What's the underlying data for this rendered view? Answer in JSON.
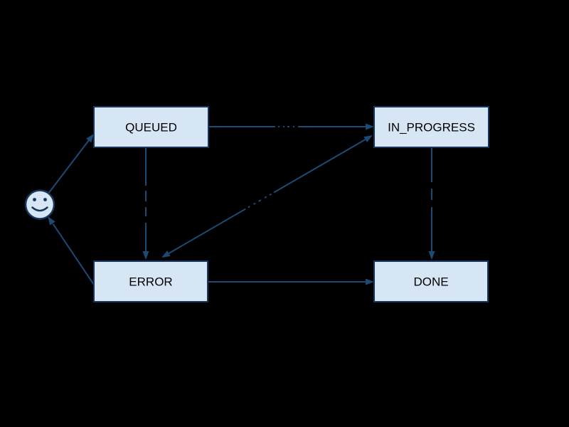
{
  "diagram": {
    "type": "state-diagram",
    "background_color": "#000000",
    "node_fill_color": "#d7e6f4",
    "node_border_color": "#17365d",
    "edge_color": "#1d4a73",
    "node_text_color": "#000000",
    "illegible_label_mask_color": "#000000",
    "nodes": {
      "queued": {
        "label": "QUEUED"
      },
      "in_progress": {
        "label": "IN_PROGRESS"
      },
      "error": {
        "label": "ERROR"
      },
      "done": {
        "label": "DONE"
      },
      "start": {
        "label": "",
        "shape": "smiley-face"
      }
    },
    "edges": [
      {
        "from": "start",
        "to": "queued",
        "direction": "forward"
      },
      {
        "from": "queued",
        "to": "in_progress",
        "direction": "forward",
        "label_illegible": true
      },
      {
        "from": "queued",
        "to": "error",
        "direction": "forward",
        "label_illegible": true
      },
      {
        "from": "in_progress",
        "to": "error",
        "direction": "both",
        "label_illegible": true
      },
      {
        "from": "in_progress",
        "to": "done",
        "direction": "forward",
        "label_illegible": true
      },
      {
        "from": "error",
        "to": "done",
        "direction": "forward"
      },
      {
        "from": "error",
        "to": "start",
        "direction": "forward"
      }
    ]
  }
}
